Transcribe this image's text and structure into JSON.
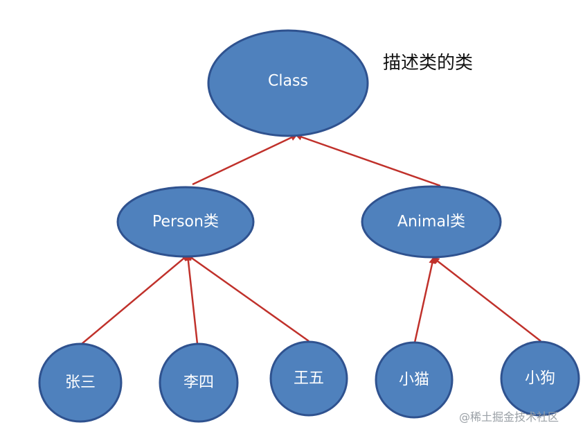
{
  "caption": "描述类的类",
  "watermark": "@稀土掘金技术社区",
  "colors": {
    "node_fill": "#4f81bd",
    "node_stroke": "#2f528f",
    "edge": "#c0312b",
    "label": "#ffffff"
  },
  "nodes": {
    "class": {
      "label": "Class"
    },
    "person": {
      "label": "Person类"
    },
    "animal": {
      "label": "Animal类"
    },
    "zhangsan": {
      "label": "张三"
    },
    "lisi": {
      "label": "李四"
    },
    "wangwu": {
      "label": "王五"
    },
    "xiaomao": {
      "label": "小猫"
    },
    "xiaogou": {
      "label": "小狗"
    }
  },
  "edges": [
    {
      "from": "person",
      "to": "class"
    },
    {
      "from": "animal",
      "to": "class"
    },
    {
      "from": "zhangsan",
      "to": "person"
    },
    {
      "from": "lisi",
      "to": "person"
    },
    {
      "from": "wangwu",
      "to": "person"
    },
    {
      "from": "xiaomao",
      "to": "animal"
    },
    {
      "from": "xiaogou",
      "to": "animal"
    }
  ]
}
